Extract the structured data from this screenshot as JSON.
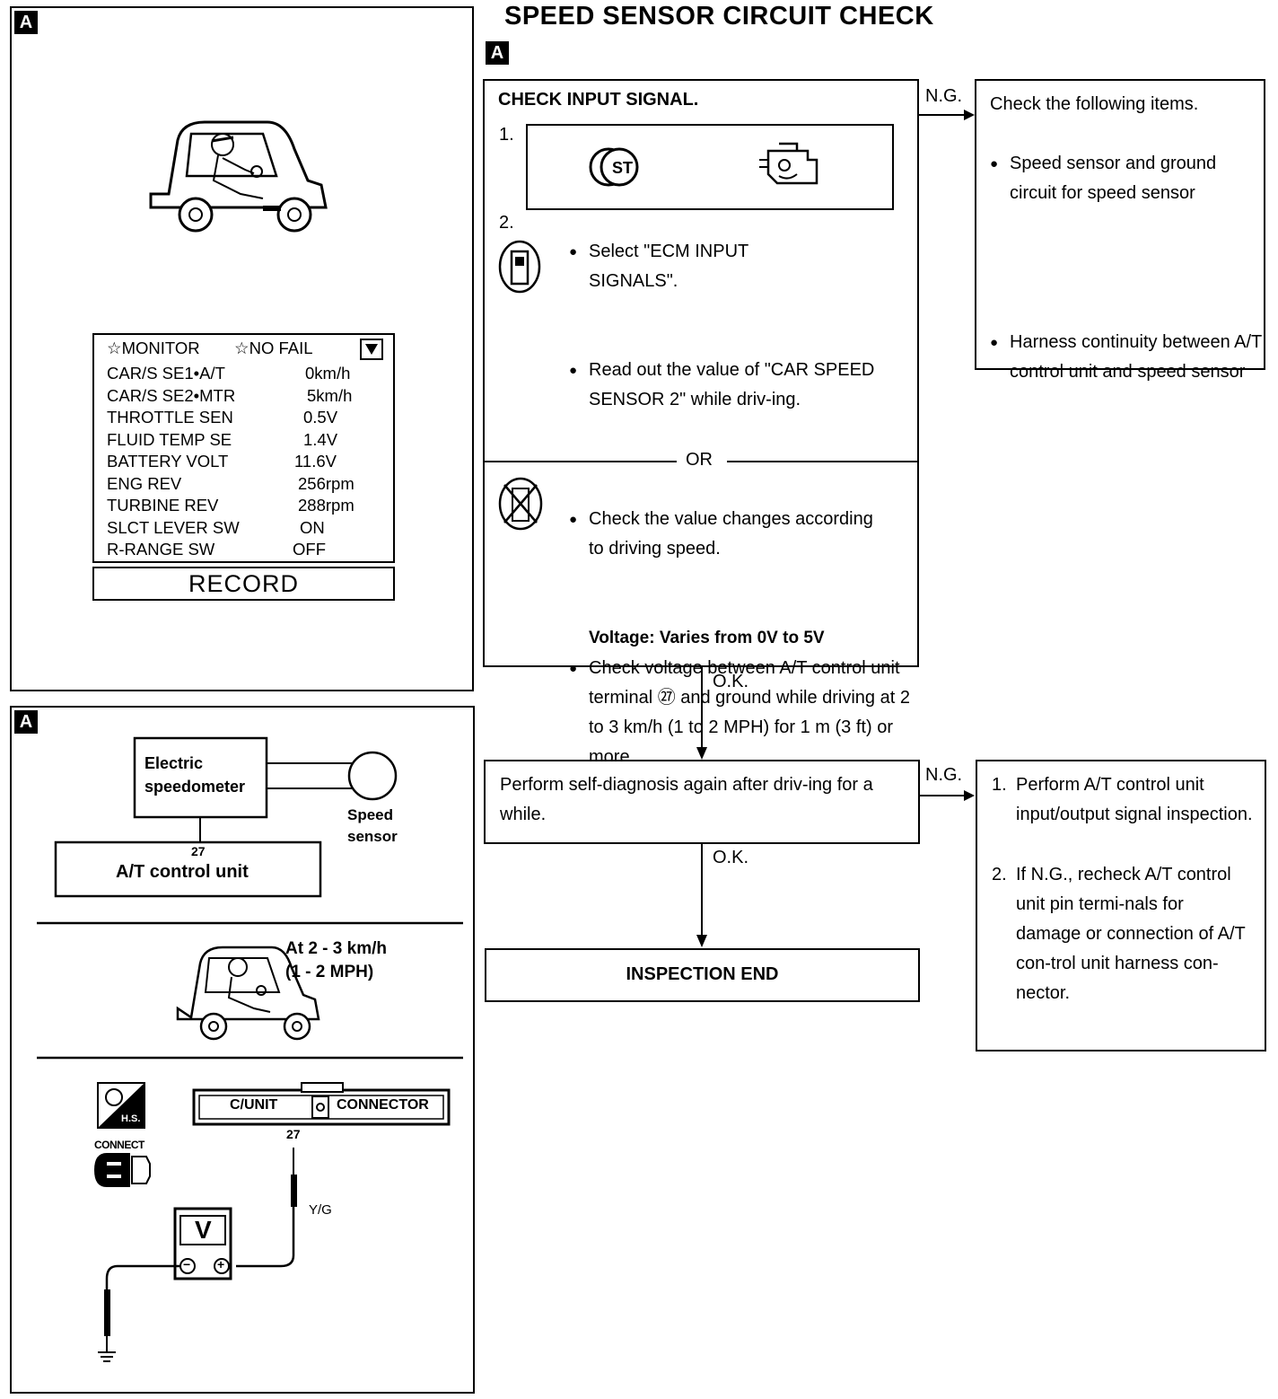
{
  "title": "SPEED SENSOR CIRCUIT CHECK",
  "badge": "A",
  "left_top": {
    "monitor": {
      "header_left": "☆MONITOR",
      "header_right": "☆NO FAIL",
      "rows": [
        {
          "label": "CAR/S SE1•A/T",
          "value": "0km/h"
        },
        {
          "label": "CAR/S SE2•MTR",
          "value": "5km/h"
        },
        {
          "label": "THROTTLE SEN",
          "value": "0.5V"
        },
        {
          "label": "FLUID TEMP SE",
          "value": "1.4V"
        },
        {
          "label": "BATTERY VOLT",
          "value": "11.6V"
        },
        {
          "label": "ENG REV",
          "value": "256rpm"
        },
        {
          "label": "TURBINE REV",
          "value": "288rpm"
        },
        {
          "label": "SLCT LEVER SW",
          "value": "ON"
        },
        {
          "label": "R-RANGE SW",
          "value": "OFF"
        }
      ],
      "record_button": "RECORD"
    }
  },
  "left_bottom": {
    "speedometer_label_1": "Electric",
    "speedometer_label_2": "speedometer",
    "sensor_label_1": "Speed",
    "sensor_label_2": "sensor",
    "terminal_top": "27",
    "control_unit": "A/T control unit",
    "speed_note_1": "At 2 - 3 km/h",
    "speed_note_2": "(1 - 2 MPH)",
    "hs_label": "H.S.",
    "connect_label": "CONNECT",
    "cunit_label": "C/UNIT",
    "connector_label": "CONNECTOR",
    "terminal_bottom": "27",
    "wire_color": "Y/G",
    "meter_label": "V",
    "minus": "−",
    "plus": "+"
  },
  "flow": {
    "step1": {
      "heading": "CHECK INPUT SIGNAL.",
      "num1": "1.",
      "icon_st": "ST",
      "num2": "2.",
      "bullet1": "Select \"ECM INPUT SIGNALS\".",
      "bullet2": "Read out the value of \"CAR SPEED SENSOR 2\" while driv-ing.",
      "bullet3": "Check the value changes according to driving speed.",
      "or": "OR",
      "bullet4": "Check voltage between A/T control unit terminal ㉗ and ground while driving at 2 to 3 km/h (1 to 2 MPH) for 1 m (3 ft) or more.",
      "voltage": "Voltage: Varies from 0V to 5V"
    },
    "ng1": "N.G.",
    "ng1_box": {
      "intro": "Check the following items.",
      "item1": "Speed sensor and ground circuit for speed sensor",
      "item2": "Harness continuity between A/T control unit and speed sensor"
    },
    "ok1": "O.K.",
    "step2": "Perform self-diagnosis again after driv-ing for a while.",
    "ng2": "N.G.",
    "ng2_box": {
      "item1_num": "1.",
      "item1": "Perform A/T control unit input/output signal inspection.",
      "item2_num": "2.",
      "item2": "If N.G., recheck A/T control unit pin termi-nals for damage or connection of A/T con-trol unit harness con-nector."
    },
    "ok2": "O.K.",
    "end": "INSPECTION END"
  }
}
